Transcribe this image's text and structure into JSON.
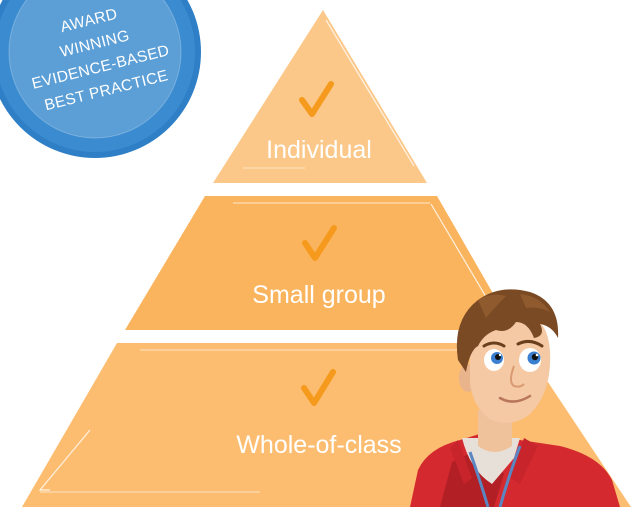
{
  "badge": {
    "lines": [
      "AWARD",
      "WINNING",
      "EVIDENCE-BASED",
      "BEST PRACTICE"
    ],
    "outer_color": "#2f7fc7",
    "inner_color": "#5b9fd6"
  },
  "pyramid": {
    "tiers": [
      {
        "label": "Individual",
        "icon": "checkmark-icon",
        "color": "#fbc889"
      },
      {
        "label": "Small group",
        "icon": "checkmark-icon",
        "color": "#fbb45e"
      },
      {
        "label": "Whole-of-class",
        "icon": "checkmark-icon",
        "color": "#fcbd70"
      }
    ],
    "check_color": "#f59a1c"
  },
  "character": {
    "icon": "cartoon-boy-illustration"
  }
}
